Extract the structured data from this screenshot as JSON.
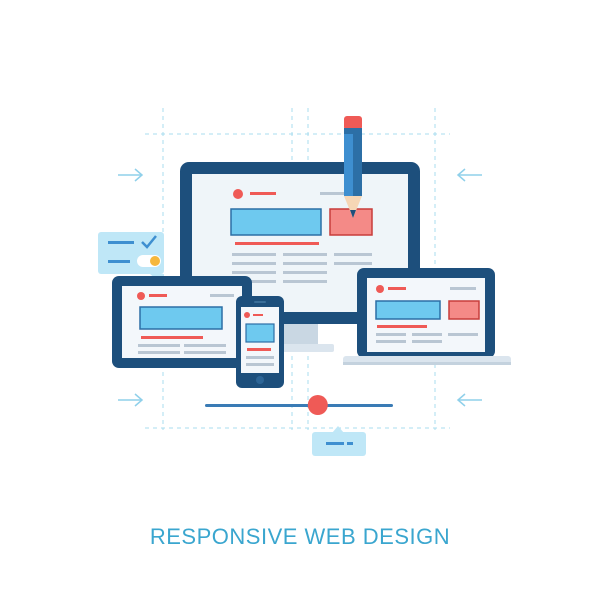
{
  "illustration": {
    "caption": "RESPONSIVE WEB DESIGN",
    "colors": {
      "frame": "#1d4f7c",
      "screen": "#f3f7fb",
      "accent_blue": "#6ec9ef",
      "accent_red": "#ef5a56",
      "text_lines": "#b9c6d3",
      "guides": "#9dd7ee",
      "caption": "#3aa6cf"
    },
    "devices": [
      "desktop-monitor",
      "laptop",
      "tablet",
      "smartphone"
    ],
    "icons": [
      "pencil-icon",
      "arrow-right-icon",
      "arrow-left-icon",
      "toggle-check-bubble-icon",
      "slider-handle-icon"
    ],
    "slider": {
      "value": 0.6
    }
  }
}
